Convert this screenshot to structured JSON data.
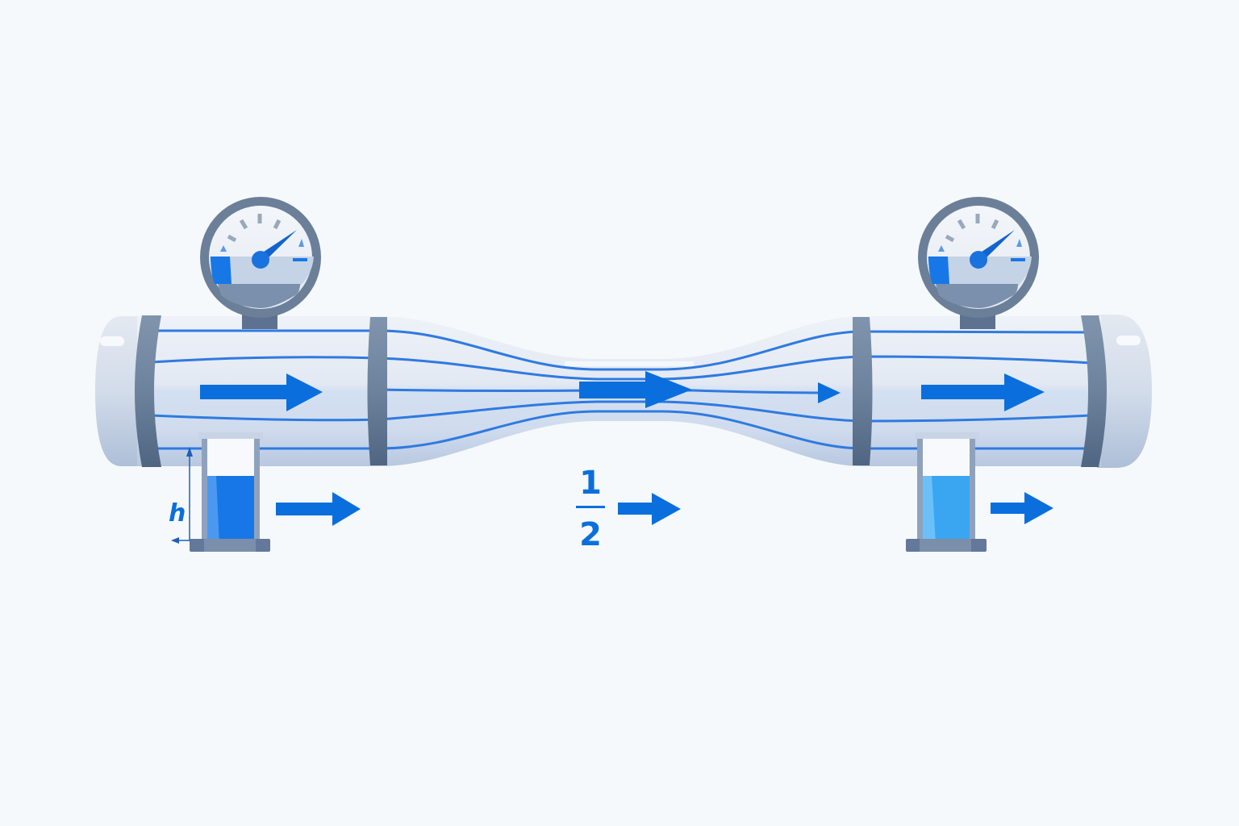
{
  "diagram": {
    "title": "Venturi tube / Bernoulli flow diagram",
    "colors": {
      "background": "#f6f9fc",
      "pipe_light": "#e3e9f3",
      "pipe_mid": "#cfdcef",
      "pipe_dark": "#b9c9e2",
      "band": "#6f859f",
      "band_dark": "#566d88",
      "streamline": "#2f7ae0",
      "arrow": "#0a6fdc",
      "water_left": "#1877e6",
      "water_right": "#3aa6f2",
      "gauge_rim": "#6b7f99",
      "gauge_face": "#eef2f8",
      "text": "#0a6fdc"
    },
    "labels": {
      "height_symbol": "h",
      "fraction_numerator": "1",
      "fraction_denominator": "2"
    },
    "gauges": [
      {
        "id": "gauge-left",
        "position": "inlet",
        "needle_angle_deg": -38
      },
      {
        "id": "gauge-right",
        "position": "outlet",
        "needle_angle_deg": -38
      }
    ],
    "manometers": [
      {
        "id": "manometer-left",
        "position": "inlet",
        "fill_level": "high"
      },
      {
        "id": "manometer-right",
        "position": "outlet",
        "fill_level": "high"
      }
    ],
    "flow_arrows": [
      {
        "id": "inlet-arrow",
        "location": "inside wide section left"
      },
      {
        "id": "throat-arrow",
        "location": "inside throat"
      },
      {
        "id": "throat-exit-arrow",
        "location": "streamline after throat"
      },
      {
        "id": "outlet-arrow",
        "location": "inside wide section right"
      },
      {
        "id": "below-left-arrow",
        "location": "beside left manometer"
      },
      {
        "id": "below-middle-arrow",
        "location": "beside fraction"
      },
      {
        "id": "below-right-arrow",
        "location": "beside right manometer"
      }
    ]
  }
}
